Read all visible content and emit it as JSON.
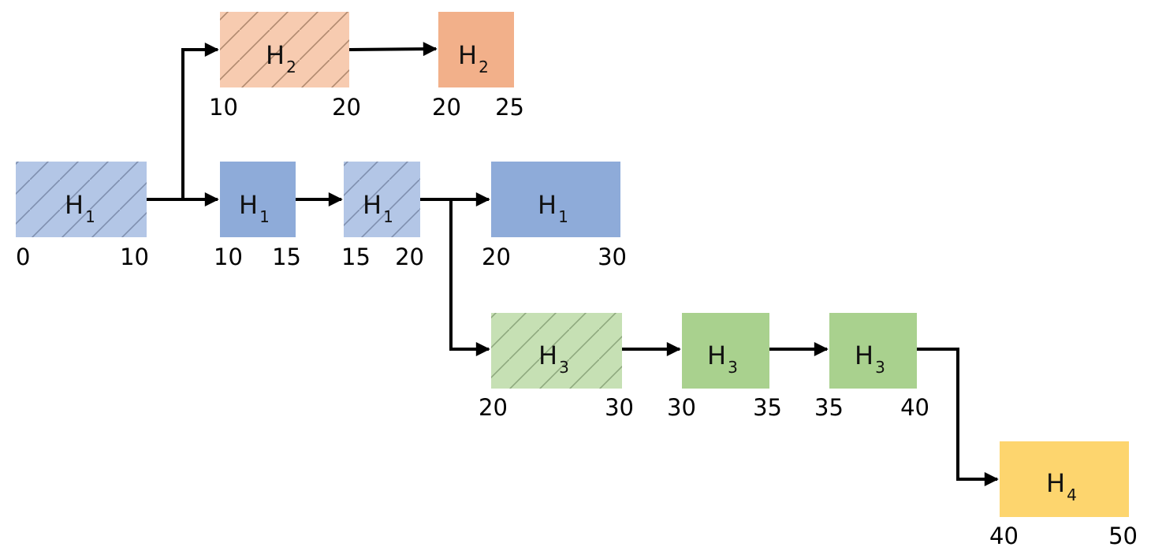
{
  "colors": {
    "H1_hatched": "#b3c6e6",
    "H1_solid": "#8eabd9",
    "H2_hatched": "#f7cbb0",
    "H2_solid": "#f2b08a",
    "H3_hatched": "#c6e0b4",
    "H3_solid": "#a9d18e",
    "H4_solid": "#fdd56e",
    "hatch_H1": "#7f8fae",
    "hatch_H2": "#b0896e",
    "hatch_H3": "#8ea87e",
    "arrow": "#000000"
  },
  "nodes": [
    {
      "id": "n1",
      "letter": "H",
      "sub": "1",
      "style": "hatched",
      "group": "H1",
      "start": "0",
      "end": "10"
    },
    {
      "id": "n2",
      "letter": "H",
      "sub": "2",
      "style": "hatched",
      "group": "H2",
      "start": "10",
      "end": "20"
    },
    {
      "id": "n3",
      "letter": "H",
      "sub": "2",
      "style": "solid",
      "group": "H2",
      "start": "20",
      "end": "25"
    },
    {
      "id": "n4",
      "letter": "H",
      "sub": "1",
      "style": "solid",
      "group": "H1",
      "start": "10",
      "end": "15"
    },
    {
      "id": "n5",
      "letter": "H",
      "sub": "1",
      "style": "hatched",
      "group": "H1",
      "start": "15",
      "end": "20"
    },
    {
      "id": "n6",
      "letter": "H",
      "sub": "1",
      "style": "solid",
      "group": "H1",
      "start": "20",
      "end": "30"
    },
    {
      "id": "n7",
      "letter": "H",
      "sub": "3",
      "style": "hatched",
      "group": "H3",
      "start": "20",
      "end": "30"
    },
    {
      "id": "n8",
      "letter": "H",
      "sub": "3",
      "style": "solid",
      "group": "H3",
      "start": "30",
      "end": "35"
    },
    {
      "id": "n9",
      "letter": "H",
      "sub": "3",
      "style": "solid",
      "group": "H3",
      "start": "35",
      "end": "40"
    },
    {
      "id": "n10",
      "letter": "H",
      "sub": "4",
      "style": "solid",
      "group": "H4",
      "start": "40",
      "end": "50"
    }
  ],
  "edges": [
    {
      "from": "n1",
      "to": "n2"
    },
    {
      "from": "n2",
      "to": "n3"
    },
    {
      "from": "n1",
      "to": "n4"
    },
    {
      "from": "n4",
      "to": "n5"
    },
    {
      "from": "n5",
      "to": "n6"
    },
    {
      "from": "n5",
      "to": "n7"
    },
    {
      "from": "n7",
      "to": "n8"
    },
    {
      "from": "n8",
      "to": "n9"
    },
    {
      "from": "n9",
      "to": "n10"
    }
  ]
}
